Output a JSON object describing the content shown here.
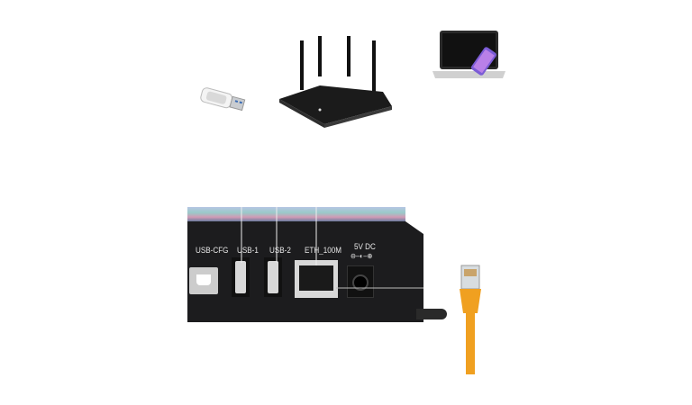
{
  "device": {
    "ports": {
      "usb_cfg": "USB-CFG",
      "usb1": "USB-1",
      "usb2": "USB-2",
      "eth": "ETH_100M",
      "power": "5V  DC"
    }
  },
  "colors": {
    "cable": "#f0a020",
    "panel": "#1c1c1e",
    "rj45": "#d8d8d8"
  }
}
